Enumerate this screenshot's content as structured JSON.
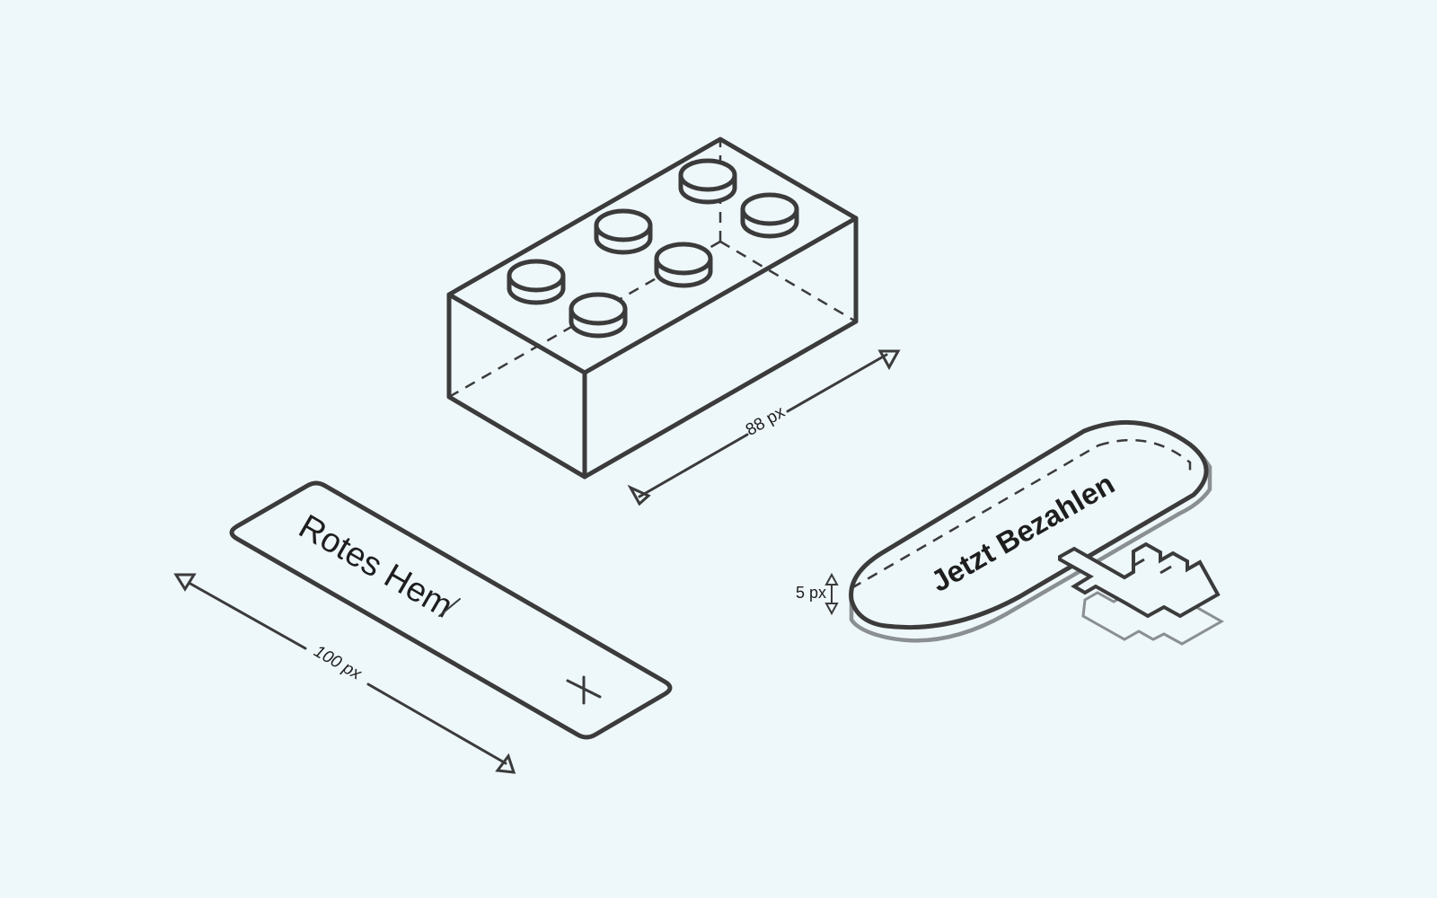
{
  "brick": {
    "depth_label": "88 px"
  },
  "search_field": {
    "value": "Rotes Hem",
    "width_label": "100 px",
    "clear_icon": "close-icon"
  },
  "pay_button": {
    "label": "Jetzt Bezahlen",
    "height_label": "5 px",
    "cursor_icon": "hand-pointer-icon"
  },
  "colors": {
    "background": "#eef7fa",
    "stroke": "#3b3b3b",
    "shadow": "#8a8f91"
  }
}
